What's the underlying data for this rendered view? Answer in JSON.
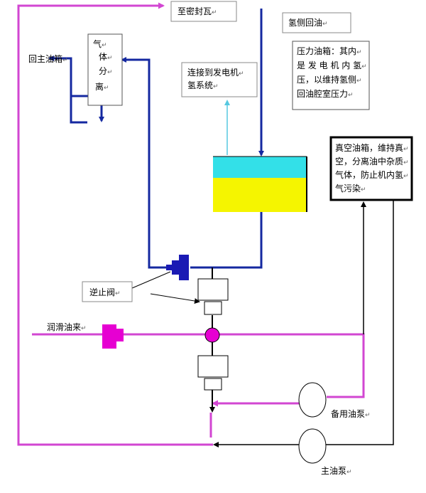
{
  "labels": {
    "seal_pads": "至密封瓦",
    "hydrogen_side_return": "氢侧回油",
    "return_main_tank": "回主油箱",
    "gas_separation_1": "气",
    "gas_separation_2": "体",
    "gas_separation_3": "分",
    "gas_separation_4": "离",
    "connect_h2_1": "连接到发电机",
    "connect_h2_2": "氢系统",
    "pressure_tank_1": "压力油箱：其内",
    "pressure_tank_2": "是 发 电 机 内 氢",
    "pressure_tank_3": "压，以维持氢侧",
    "pressure_tank_4": "回油腔室压力",
    "vacuum_tank_1": "真空油箱，维持真",
    "vacuum_tank_2": "空，分离油中杂质",
    "vacuum_tank_3": "气体，防止机内氢",
    "vacuum_tank_4": "气污染",
    "check_valve": "逆止阀",
    "lube_oil_in": "润滑油来",
    "standby_pump": "备用油泵",
    "main_pump": "主油泵"
  },
  "paragraph_mark": "↵",
  "colors": {
    "blue_line": "#1428a0",
    "magenta_line": "#d246d2",
    "black_line": "#000000",
    "cyan": "#33e0e8",
    "yellow": "#f5f500",
    "valve_blue": "#1a1ab4",
    "valve_magenta": "#e600d2"
  }
}
